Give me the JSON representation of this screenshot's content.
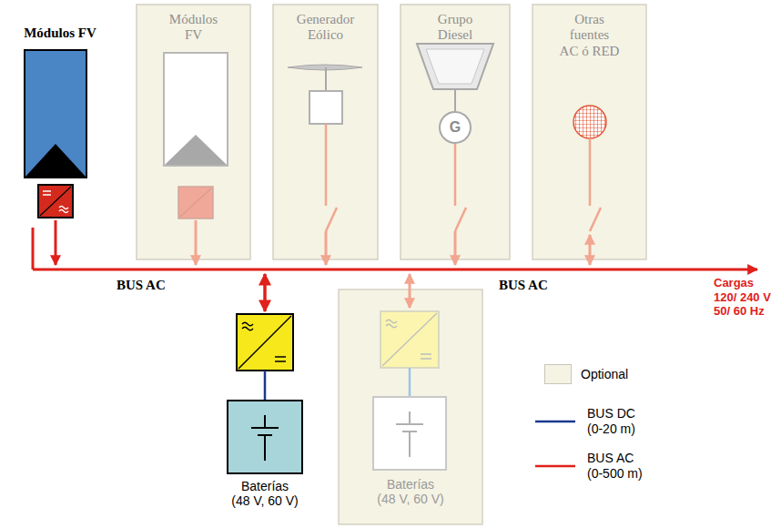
{
  "diagram": {
    "nodes": [
      {
        "text": [
          "Módulos FV"
        ]
      },
      {
        "text": [
          "Módulos FV"
        ]
      },
      {
        "text": [
          "Generador Eólico"
        ]
      },
      {
        "text": [
          "Grupo Diesel"
        ]
      },
      {
        "text": [
          "G"
        ],
        "in": 3
      },
      {
        "text": [
          "Otras fuentes AC ó RED"
        ]
      },
      {
        "text": [
          "Baterías (48 V, 60 V)"
        ]
      },
      {
        "text": [
          "Baterías (48 V, 60 V)"
        ]
      }
    ],
    "labels": [
      "BUS AC",
      "BUS AC",
      "Cargas 120/ 240 V 50/ 60 Hz"
    ],
    "legend": [
      {
        "text": "Optional",
        "color": "#f5f3e4"
      },
      {
        "text": "BUS DC (0-20 m)"
      },
      {
        "text": "BUS AC (0-500 m)"
      }
    ]
  }
}
